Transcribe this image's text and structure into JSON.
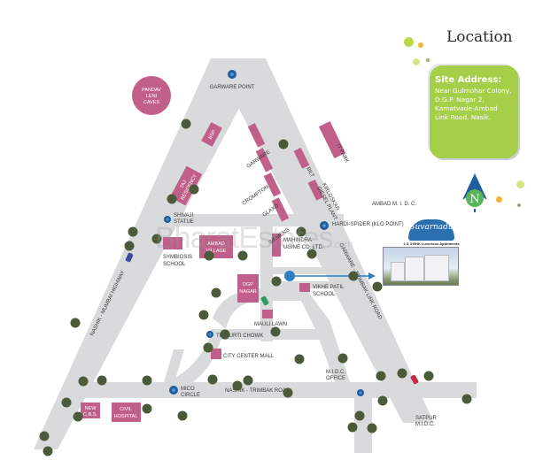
{
  "header": {
    "title": "Location"
  },
  "site_address": {
    "heading": "Site Address:",
    "lines": [
      "Near Gulmohar Colony,",
      "D.G.P. Nagar 2,",
      "Kamatvade-Ambad",
      "Link Road, Nasik."
    ]
  },
  "compass": {
    "label": "N",
    "icon": "north-arrow-icon"
  },
  "watermark": {
    "text": "BharatEstates",
    "suffix": ".com"
  },
  "project": {
    "name": "Suvarnadu",
    "tagline": "2 & 3 BHK Luxurious Apartments"
  },
  "colors": {
    "road": "#d9dadc",
    "block": "#c0608a",
    "address_box": "#a5cf48",
    "marker": "#1f5ea0",
    "arrow": "#2d7fc0"
  },
  "landmarks": {
    "pandav_leni": [
      "PANDAV",
      "LENI",
      "CAVES"
    ],
    "garware_point": "GARWARE POINT",
    "bsp": "BSP",
    "taj_residency": [
      "TAJ",
      "RESIDENCY"
    ],
    "garware": "GARWARE",
    "crompton": "CROMPTON",
    "glaxo": "GLAXO",
    "siemens": "SIEMENS",
    "bilt": "BILT",
    "kirloskar": [
      "KIRLOSKAR",
      "DIESEL PLANT"
    ],
    "it_park": "IT PARK",
    "ambad_midc": "AMBAD M. I. D. C.",
    "shivaji_statue": [
      "SHIVAJI",
      "STATUE"
    ],
    "hardi_spider": "HARDI-SPIDER (KLO POINT)",
    "symbiosis": [
      "SYMBIOSIS",
      "SCHOOL"
    ],
    "ambad_village": [
      "AMBAD",
      "VILLAGE"
    ],
    "mahindra": [
      "MAHINDRA",
      "UGINE CO. LTD."
    ],
    "dgp_nagar": [
      "DGP",
      "NAGAR"
    ],
    "vikhe_patil": [
      "VIKHE PATIL",
      "SCHOOL"
    ],
    "mauli_lawn": "MAULI LAWN",
    "trimurti_chowk": "TRIMURTI CHOWK",
    "city_center_mall": "CITY CENTER MALL",
    "midc_office": [
      "M.I.D.C.",
      "OFFICE"
    ],
    "mico_circle": [
      "MICO",
      "CIRCLE"
    ],
    "new_cbs": [
      "NEW",
      "C.B.S."
    ],
    "civil_hospital": [
      "CIVIL",
      "HOSPITAL"
    ],
    "satpur_midc": [
      "SATPUR",
      "M.I.D.C."
    ]
  },
  "roads": {
    "mumbai_highway": "NASHIK - MUMBAI HIGHWAY",
    "trimbak_road": "NASHIK - TRIMBAK ROAD",
    "link_road": "GARWARE - TRIMBAK LINK ROAD"
  }
}
